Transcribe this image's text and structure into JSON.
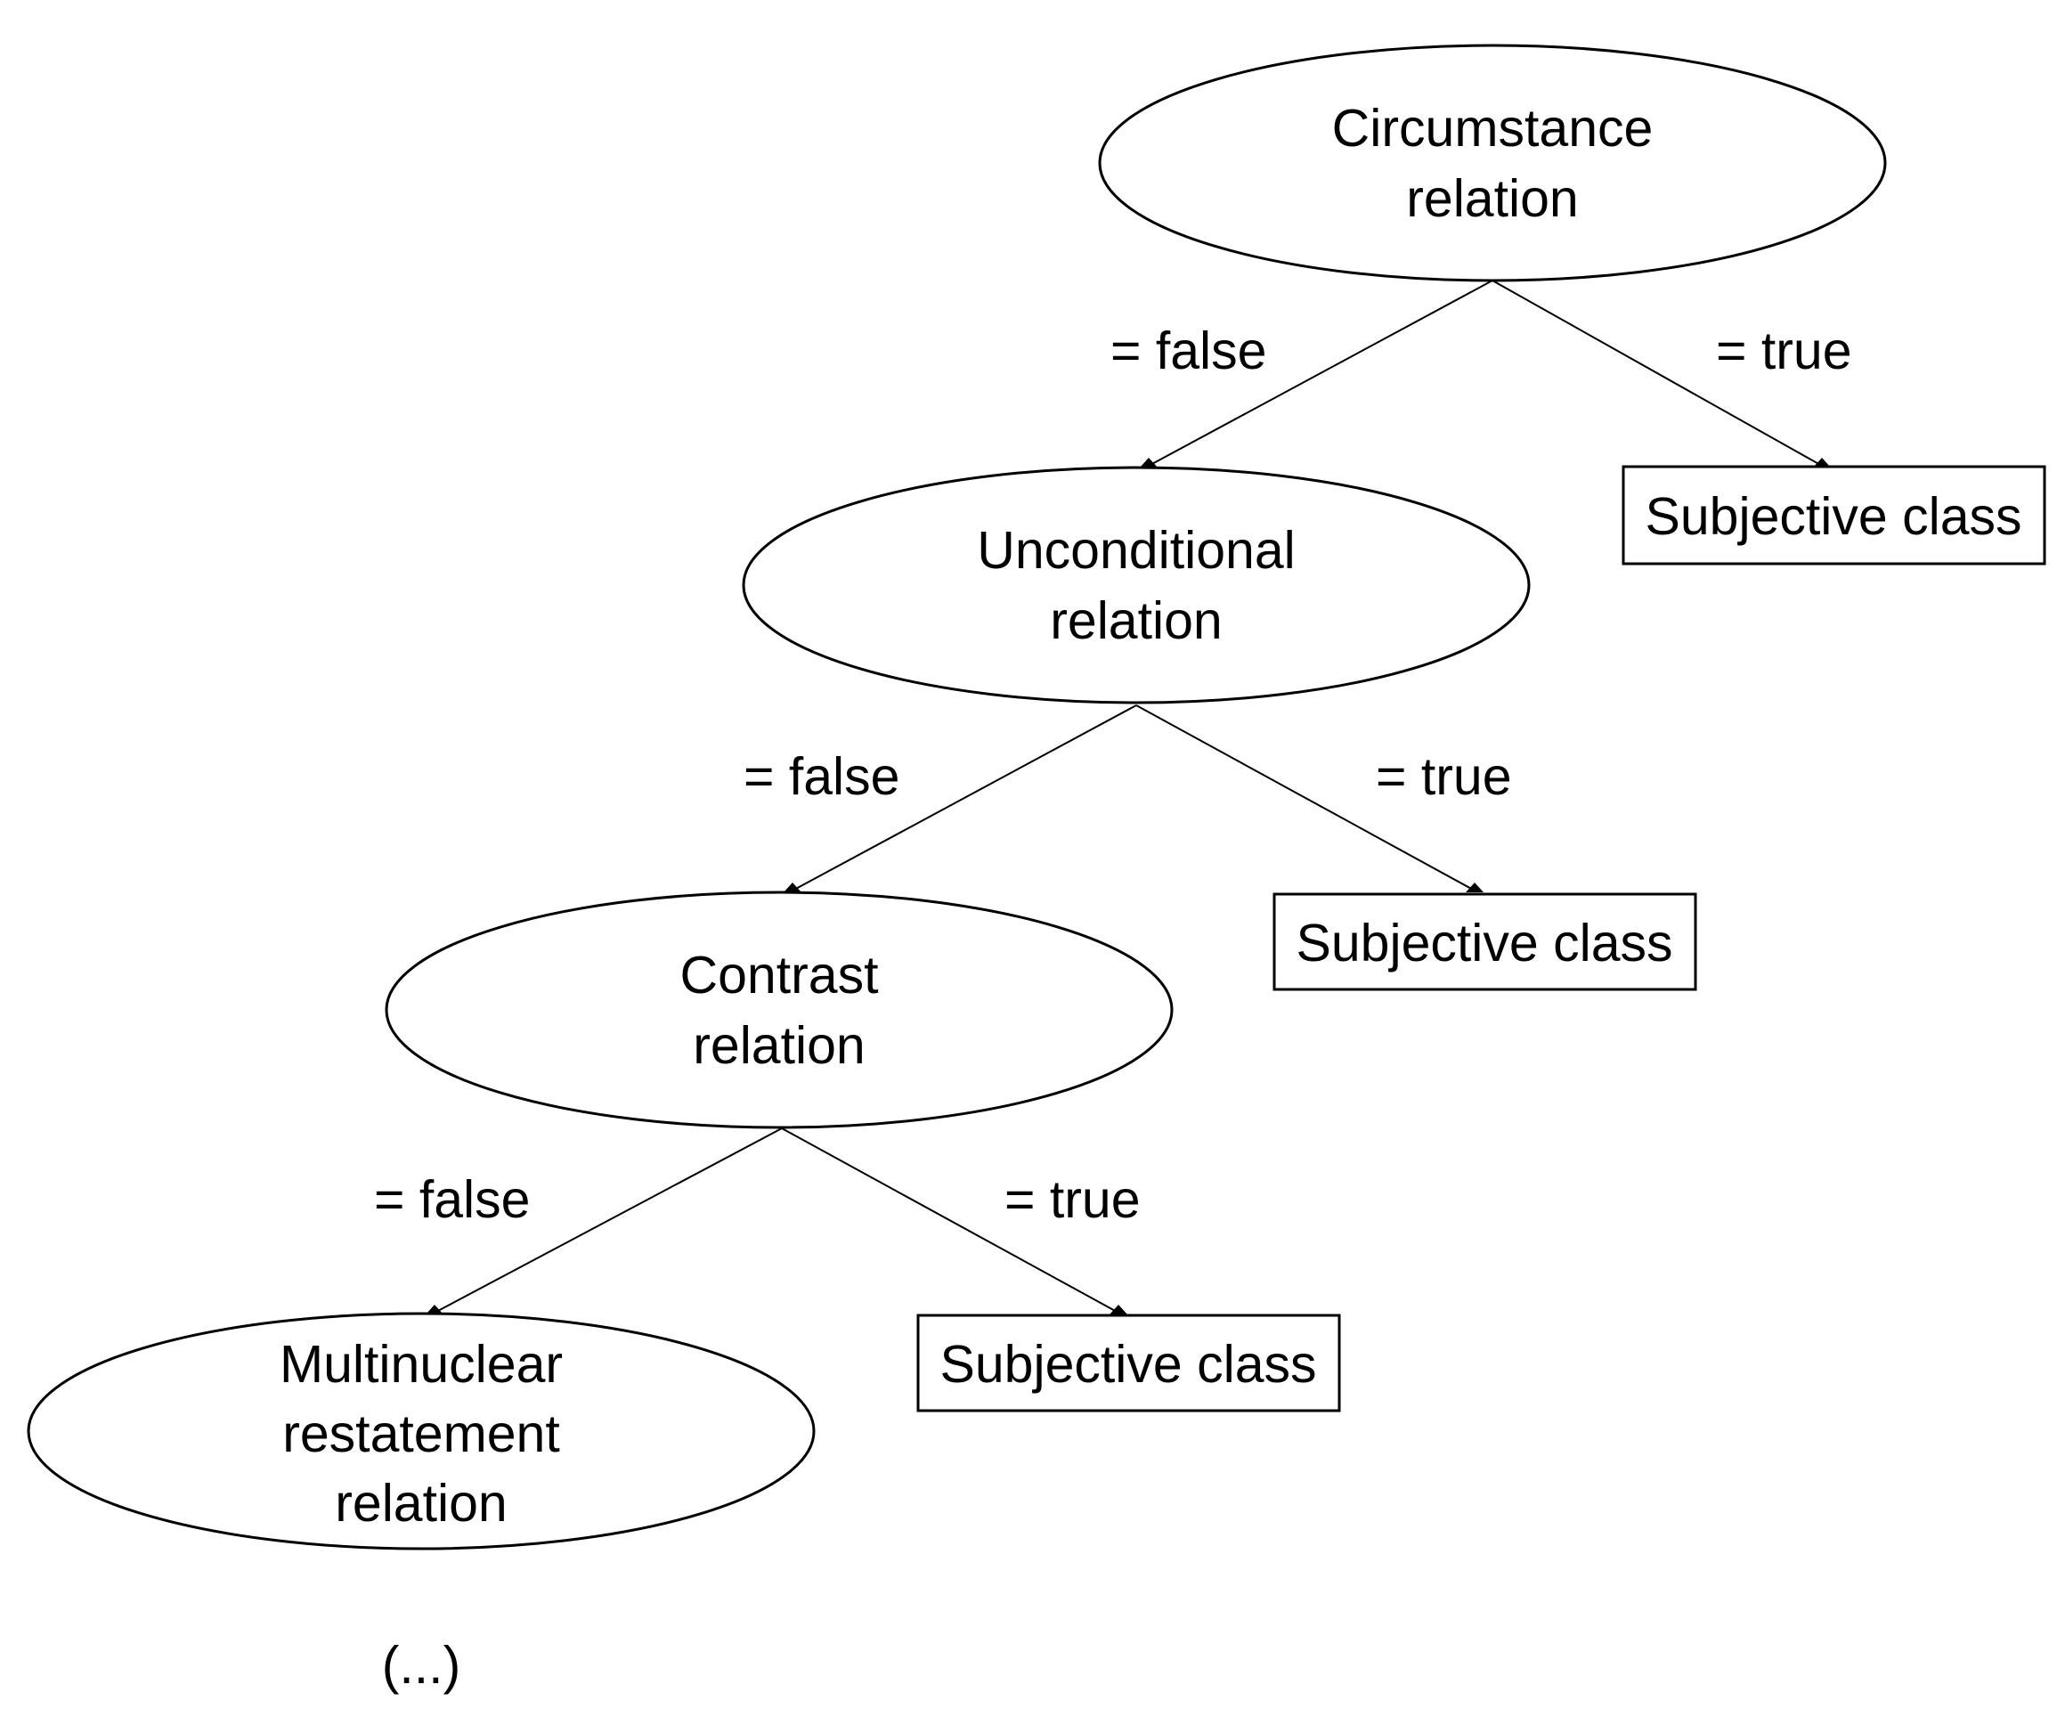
{
  "diagram": {
    "nodes": {
      "circumstance": {
        "lines": [
          "Circumstance",
          "relation"
        ],
        "kind": "decision"
      },
      "unconditional": {
        "lines": [
          "Unconditional",
          "relation"
        ],
        "kind": "decision"
      },
      "contrast": {
        "lines": [
          "Contrast",
          "relation"
        ],
        "kind": "decision"
      },
      "multinuclear": {
        "lines": [
          "Multinuclear",
          "restatement",
          "relation"
        ],
        "kind": "decision"
      },
      "leaf_1": {
        "lines": [
          "Subjective class"
        ],
        "kind": "leaf"
      },
      "leaf_2": {
        "lines": [
          "Subjective class"
        ],
        "kind": "leaf"
      },
      "leaf_3": {
        "lines": [
          "Subjective class"
        ],
        "kind": "leaf"
      }
    },
    "edges": [
      {
        "from": "circumstance",
        "to": "unconditional",
        "label": "= false"
      },
      {
        "from": "circumstance",
        "to": "leaf_1",
        "label": "= true"
      },
      {
        "from": "unconditional",
        "to": "contrast",
        "label": "= false"
      },
      {
        "from": "unconditional",
        "to": "leaf_2",
        "label": "= true"
      },
      {
        "from": "contrast",
        "to": "multinuclear",
        "label": "= false"
      },
      {
        "from": "contrast",
        "to": "leaf_3",
        "label": "= true"
      }
    ],
    "continuation": "(...)"
  }
}
